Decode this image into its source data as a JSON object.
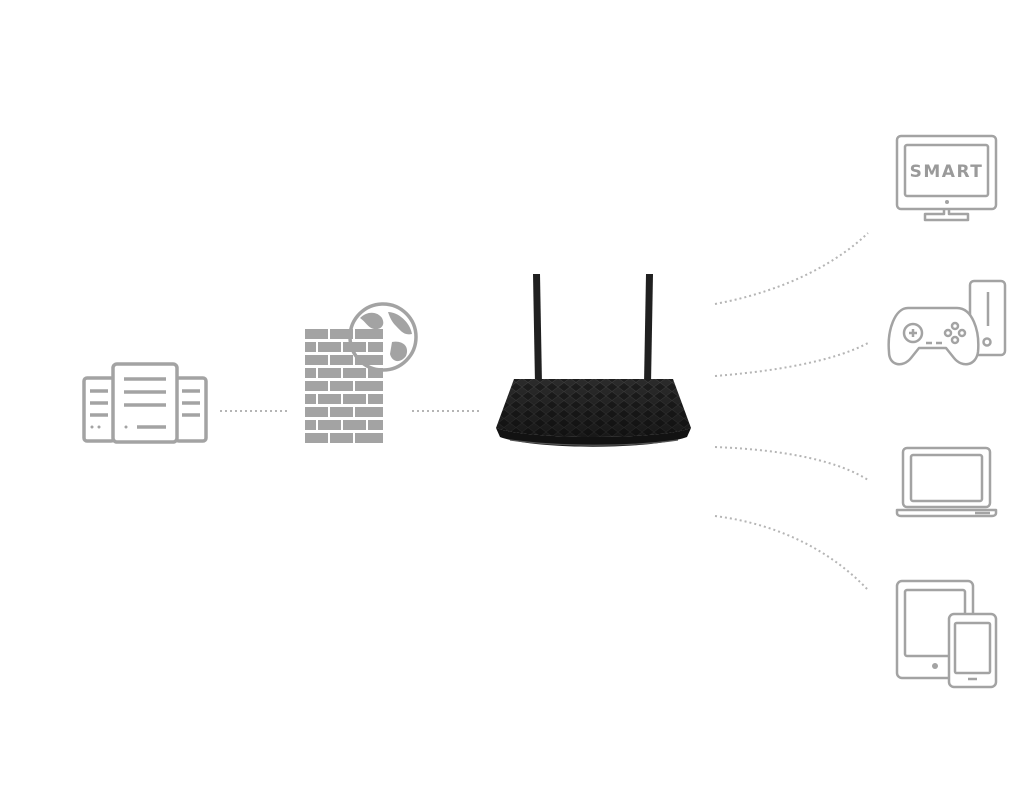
{
  "diagram": {
    "nodes": [
      {
        "id": "servers",
        "icon": "server-rack-icon"
      },
      {
        "id": "firewall",
        "icon": "firewall-globe-icon"
      },
      {
        "id": "router",
        "icon": "wireless-router-icon"
      },
      {
        "id": "smart-tv",
        "icon": "smart-tv-icon",
        "label": "SMART"
      },
      {
        "id": "game-console",
        "icon": "game-console-icon"
      },
      {
        "id": "laptop",
        "icon": "laptop-icon"
      },
      {
        "id": "tablet-phone",
        "icon": "tablet-phone-icon"
      }
    ],
    "links": [
      {
        "from": "servers",
        "to": "firewall",
        "style": "dotted"
      },
      {
        "from": "firewall",
        "to": "router",
        "style": "dotted"
      },
      {
        "from": "router",
        "to": "smart-tv",
        "style": "dotted"
      },
      {
        "from": "router",
        "to": "game-console",
        "style": "dotted"
      },
      {
        "from": "router",
        "to": "laptop",
        "style": "dotted"
      },
      {
        "from": "router",
        "to": "tablet-phone",
        "style": "dotted"
      }
    ],
    "colors": {
      "icon": "#a3a3a3",
      "link": "#b5b5b5",
      "router": "#1c1c1c"
    }
  }
}
